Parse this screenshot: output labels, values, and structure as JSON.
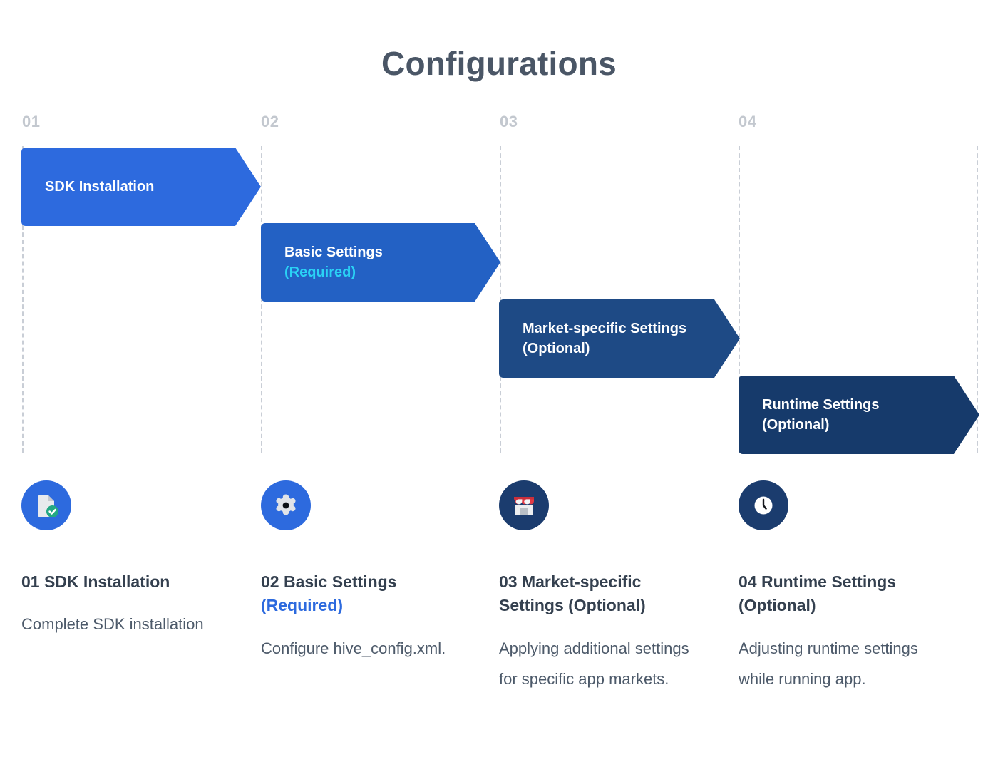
{
  "header": {
    "title": "Configurations"
  },
  "colors": {
    "title": "#4a5666",
    "accent_blue": "#2d6ade",
    "accent_cyan": "#2ad2f5",
    "guide_line": "#c9ced6",
    "step_number": "#c3c8cf",
    "body_text": "#4d5a6a",
    "heading_text": "#34404f",
    "arrow_1": "#2d6ade",
    "arrow_2": "#2361c4",
    "arrow_3": "#1e4a85",
    "arrow_4": "#163a6b",
    "check_badge_green": "#23a884",
    "awning_red": "#e03a45"
  },
  "steps": [
    {
      "number": "01",
      "arrow": {
        "title": "SDK Installation",
        "subtitle": ""
      },
      "icon_name": "document-check-icon",
      "heading_main": "01 SDK Installation",
      "heading_sub": "",
      "body": "Complete SDK installation"
    },
    {
      "number": "02",
      "arrow": {
        "title": "Basic Settings",
        "subtitle": "(Required)"
      },
      "icon_name": "gear-icon",
      "heading_main": "02 Basic Settings",
      "heading_sub": "(Required)",
      "body": "Configure hive_config.xml."
    },
    {
      "number": "03",
      "arrow": {
        "title": "Market-specific Settings",
        "subtitle": "(Optional)"
      },
      "icon_name": "storefront-icon",
      "heading_main": "03 Market-specific",
      "heading_sub": "Settings (Optional)",
      "body": "Applying additional settings for specific app markets."
    },
    {
      "number": "04",
      "arrow": {
        "title": "Runtime Settings",
        "subtitle": "(Optional)"
      },
      "icon_name": "clock-icon",
      "heading_main": "04 Runtime Settings",
      "heading_sub": "(Optional)",
      "body": "Adjusting runtime settings while running app."
    }
  ]
}
